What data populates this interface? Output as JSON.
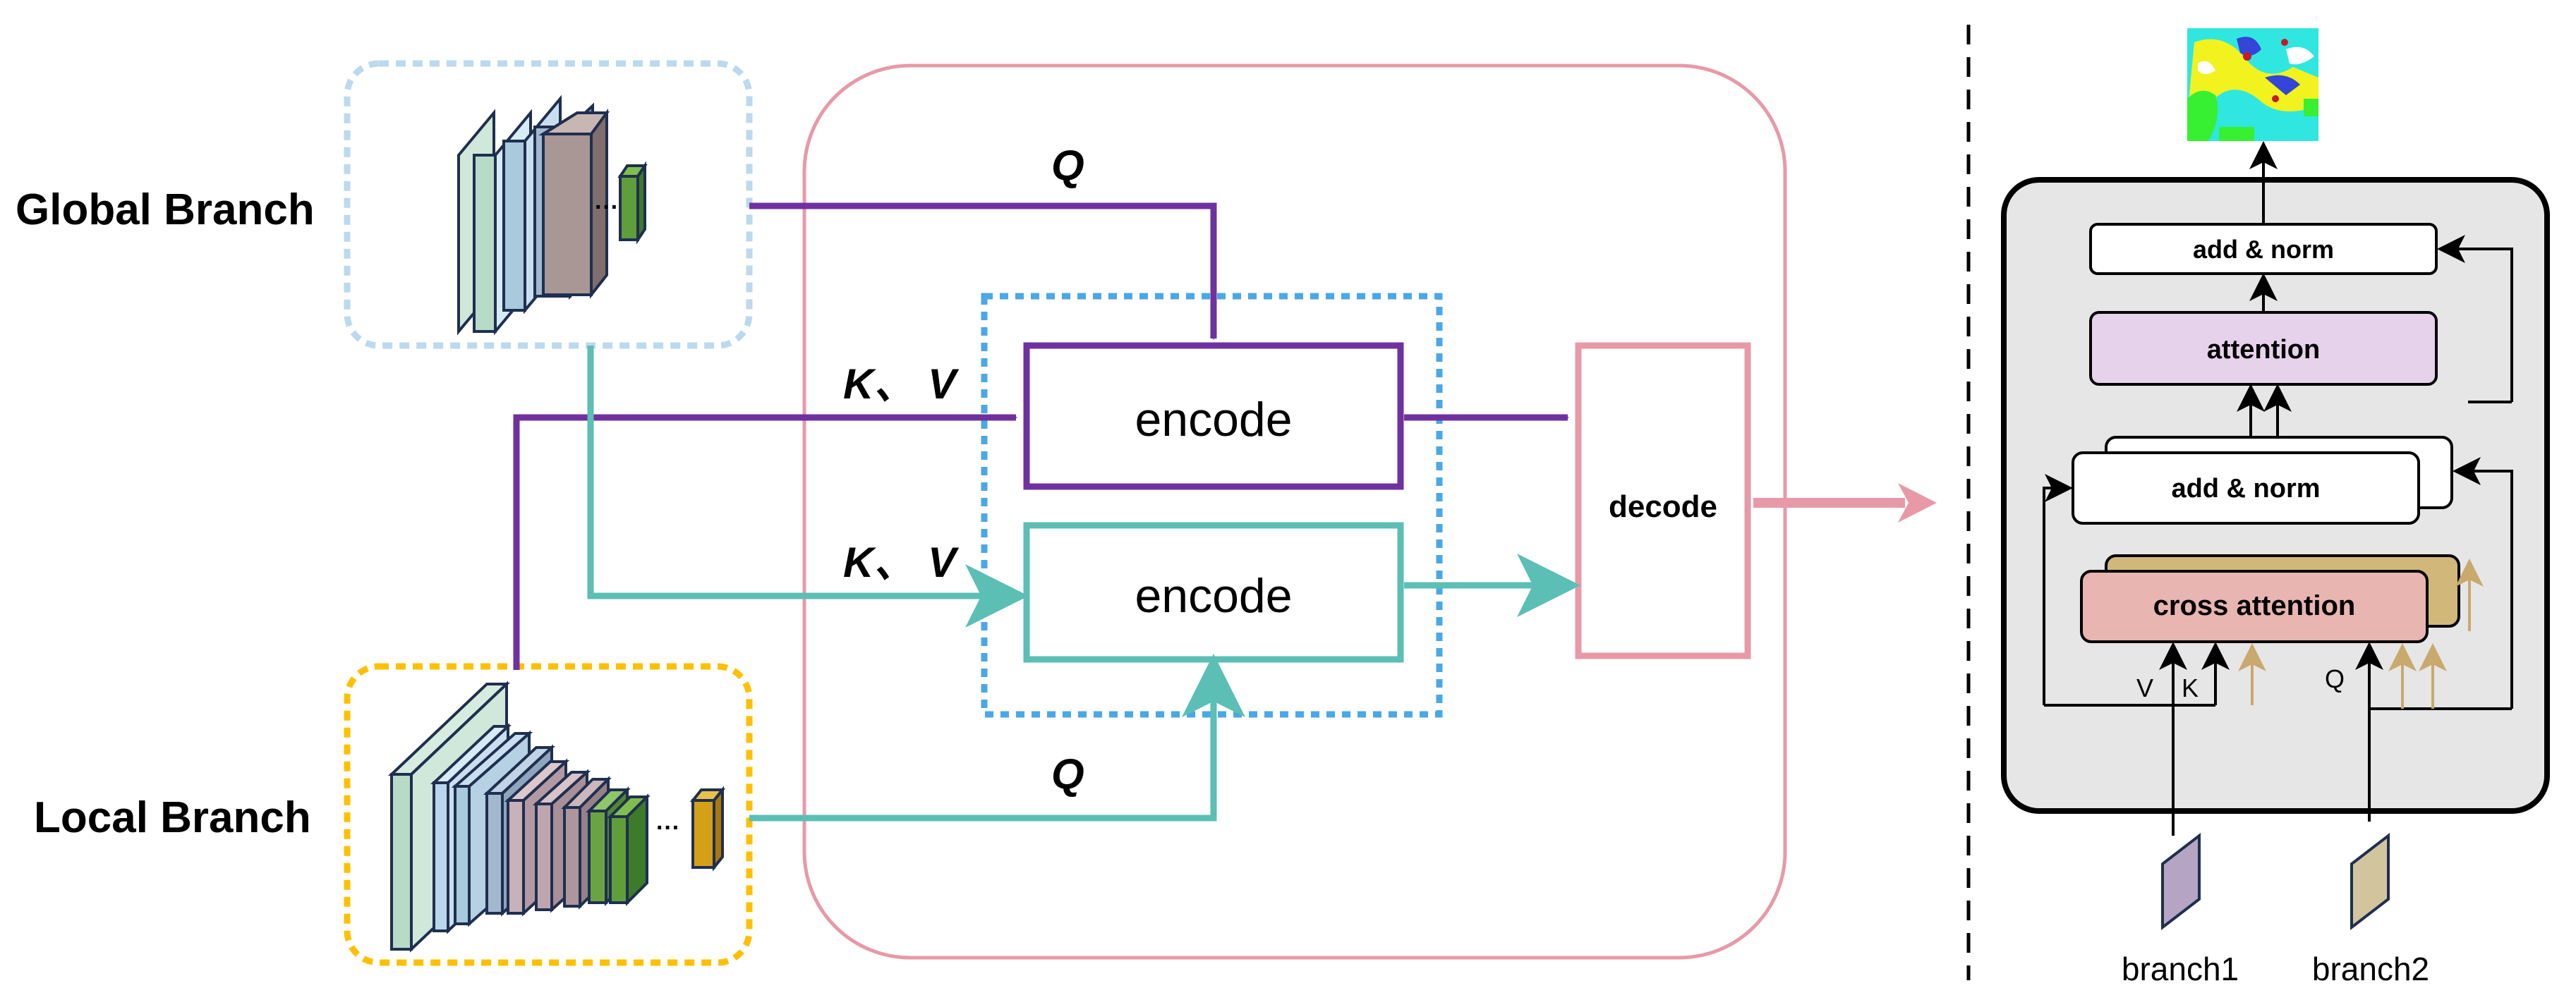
{
  "left": {
    "global_branch": "Global Branch",
    "local_branch": "Local Branch",
    "q_top": "Q",
    "q_bottom": "Q",
    "kv_top": "K、 V",
    "kv_bottom": "K、 V",
    "encode_top": "encode",
    "encode_bottom": "encode",
    "decode": "decode",
    "ellipsis_global": "···",
    "ellipsis_local": "···"
  },
  "right": {
    "add_norm_top": "add & norm",
    "attention": "attention",
    "add_norm_mid": "add & norm",
    "cross_attention": "cross attention",
    "v": "V",
    "k": "K",
    "q": "Q",
    "branch1": "branch1",
    "branch2": "branch2"
  },
  "colors": {
    "purple": "#7030a0",
    "teal": "#5bbfb5",
    "pink": "#e899a8",
    "blue_dotted": "#4aa8e8",
    "light_blue_dotted": "#bcd9ee",
    "yellow_dotted": "#ffc000",
    "gold_arrow": "#c9a96e",
    "attention_fill": "#e6d2ea",
    "cross_fill": "#e8b5b0",
    "cross_back_fill": "#d2b77a",
    "panel_fill": "#e6e6e6"
  }
}
